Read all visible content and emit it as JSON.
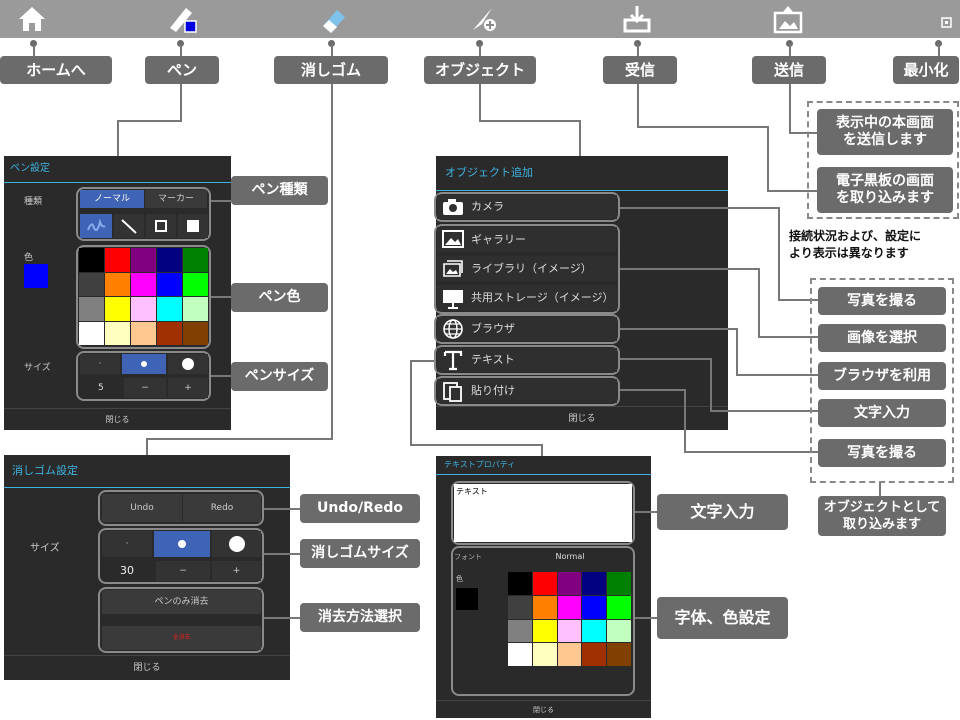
{
  "toolbar": {
    "labels": {
      "home": "ホームへ",
      "pen": "ペン",
      "eraser": "消しゴム",
      "object": "オブジェクト",
      "receive": "受信",
      "send": "送信",
      "minimize": "最小化"
    }
  },
  "pen_panel": {
    "title": "ペン設定",
    "type_label": "種類",
    "normal": "ノーマル",
    "marker": "マーカー",
    "color_label": "色",
    "size_label": "サイズ",
    "size_value": "5",
    "minus": "−",
    "plus": "+",
    "close": "閉じる",
    "palette": [
      "#000000",
      "#ff0000",
      "#800080",
      "#000080",
      "#008000",
      "#404040",
      "#ff8000",
      "#ff00ff",
      "#0000ff",
      "#00ff00",
      "#808080",
      "#ffff00",
      "#ffc0ff",
      "#00ffff",
      "#c0ffc0",
      "#ffffff",
      "#ffffc0",
      "#ffc890",
      "#a03000",
      "#804000"
    ],
    "current_color": "#0000ff"
  },
  "pen_callouts": {
    "type": "ペン種類",
    "color": "ペン色",
    "size": "ペンサイズ"
  },
  "eraser_panel": {
    "title": "消しゴム設定",
    "undo": "Undo",
    "redo": "Redo",
    "size_label": "サイズ",
    "size_value": "30",
    "minus": "−",
    "plus": "+",
    "pen_only": "ペンのみ消去",
    "all_clear": "全消去",
    "close": "閉じる"
  },
  "eraser_callouts": {
    "undo_redo": "Undo/Redo",
    "size": "消しゴムサイズ",
    "method": "消去方法選択"
  },
  "object_panel": {
    "title": "オブジェクト追加",
    "camera": "カメラ",
    "gallery": "ギャラリー",
    "library": "ライブラリ（イメージ）",
    "shared": "共用ストレージ（イメージ）",
    "browser": "ブラウザ",
    "text": "テキスト",
    "paste": "貼り付け",
    "close": "閉じる"
  },
  "object_callouts": [
    "写真を撮る",
    "画像を選択",
    "ブラウザを利用",
    "文字入力",
    "写真を撮る"
  ],
  "object_group_label": "オブジェクトとして\n取り込みます",
  "send_note": "表示中の本画面\nを送信します",
  "receive_note": "電子黒板の画面\nを取り込みます",
  "conn_note": "接続状況および、設定に\nより表示は異なります",
  "text_panel": {
    "title": "テキストプロパティ",
    "placeholder": "テキスト",
    "font_label": "フォント",
    "font_value": "Normal",
    "color_label": "色",
    "close": "閉じる"
  },
  "text_callouts": {
    "input": "文字入力",
    "font": "字体、色設定"
  }
}
